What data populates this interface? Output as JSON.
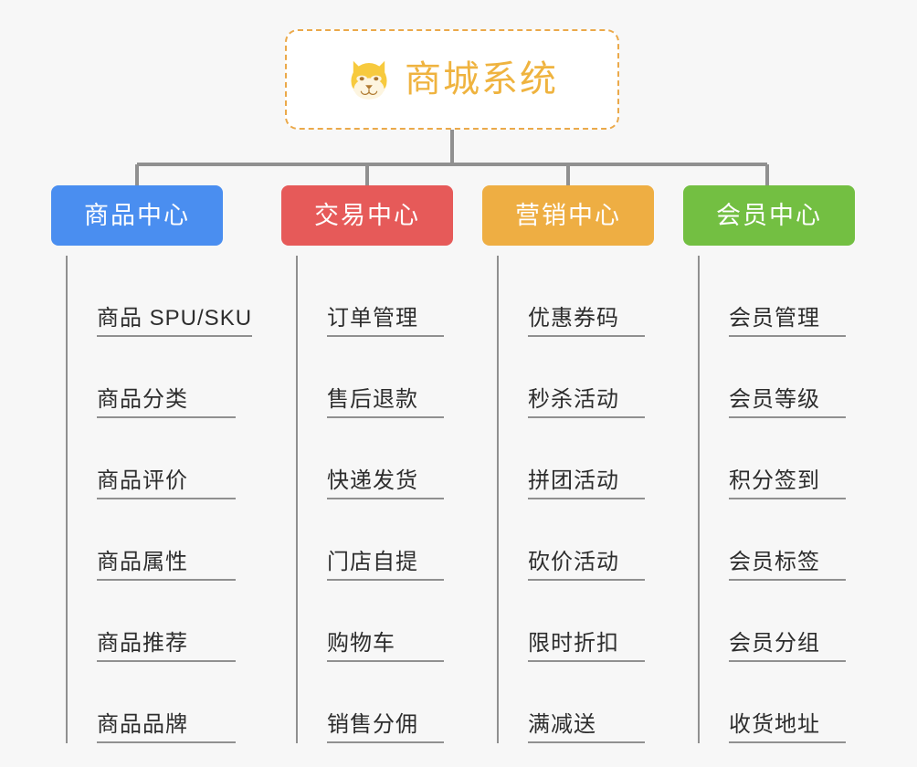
{
  "page": {
    "background_color": "#f7f7f7",
    "line_color": "#909090",
    "leaf_text_color": "#2d2d2d"
  },
  "root": {
    "title": "商城系统",
    "icon": "shiba-dog-face-icon",
    "text_color": "#efb33f",
    "border_color": "#eba94a",
    "background_color": "#ffffff"
  },
  "branches": [
    {
      "label": "商品中心",
      "color": "#4a8ef0",
      "items": [
        "商品 SPU/SKU",
        "商品分类",
        "商品评价",
        "商品属性",
        "商品推荐",
        "商品品牌"
      ]
    },
    {
      "label": "交易中心",
      "color": "#e65a59",
      "items": [
        "订单管理",
        "售后退款",
        "快递发货",
        "门店自提",
        "购物车",
        "销售分佣"
      ]
    },
    {
      "label": "营销中心",
      "color": "#eeae43",
      "items": [
        "优惠券码",
        "秒杀活动",
        "拼团活动",
        "砍价活动",
        "限时折扣",
        "满减送"
      ]
    },
    {
      "label": "会员中心",
      "color": "#73bf42",
      "items": [
        "会员管理",
        "会员等级",
        "积分签到",
        "会员标签",
        "会员分组",
        "收货地址"
      ]
    }
  ]
}
